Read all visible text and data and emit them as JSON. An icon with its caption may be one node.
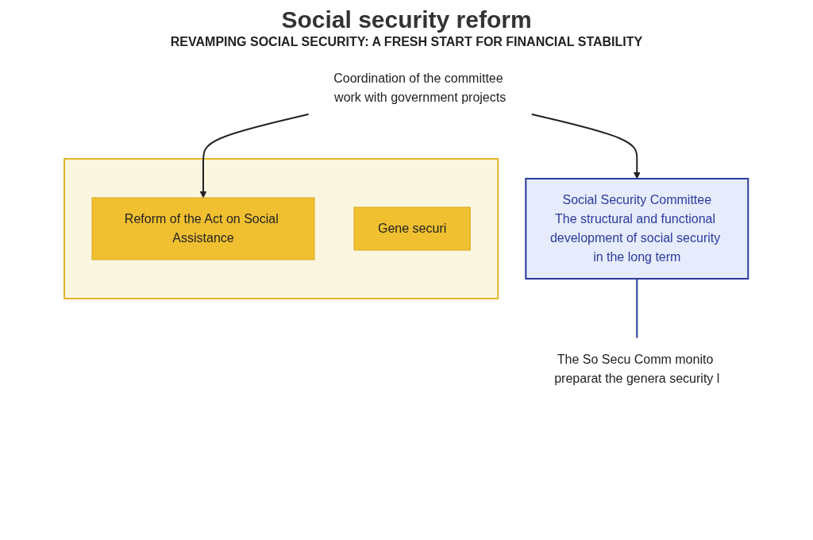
{
  "diagram": {
    "title": "Social security reform",
    "caption": "REVAMPING SOCIAL SECURITY: A FRESH START FOR FINANCIAL STABILITY",
    "nodes": [
      {
        "text": [],
        "shape": "box"
      },
      {
        "text": [
          "Reform of the Act on Social Assistance"
        ],
        "in": 0
      },
      {
        "text": [
          "Gene securi"
        ],
        "in": 0
      },
      {
        "text": [
          "Coordination of the committee work with government projects"
        ]
      },
      {
        "text": [
          "Social Security Committee",
          "The structural and functional development of social security in the long term"
        ]
      },
      {
        "text": [
          "The So Secu Comm monito preparat the genera security l"
        ]
      }
    ],
    "edges": [
      {
        "from": 3,
        "to": 1,
        "arrow": "to"
      },
      {
        "from": 3,
        "to": 4,
        "arrow": "to"
      },
      {
        "from": 4,
        "to": 5,
        "arrow": "none",
        "color": "#2b3a9c"
      }
    ]
  }
}
